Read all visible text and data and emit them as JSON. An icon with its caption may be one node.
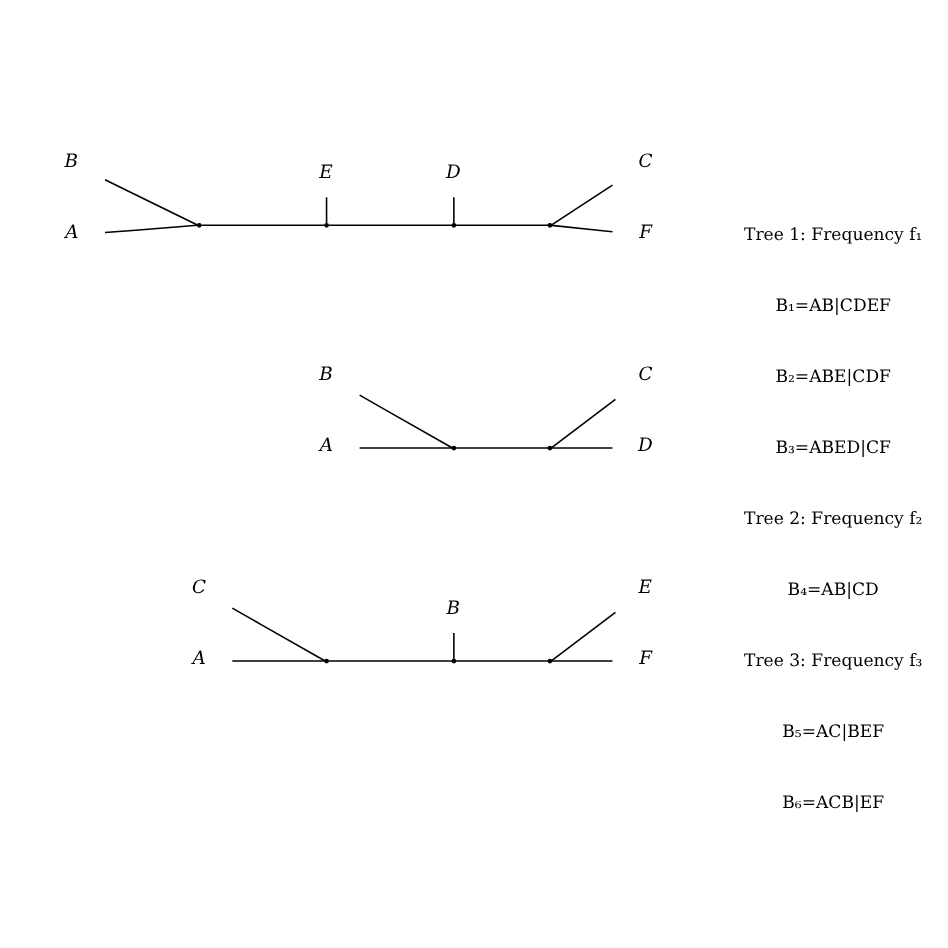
{
  "diagram": {
    "nodes": [
      {
        "text": [
          "B"
        ]
      },
      {
        "text": [
          "E"
        ]
      },
      {
        "text": [
          "D"
        ]
      },
      {
        "text": [
          "C"
        ]
      },
      {
        "text": [
          "A"
        ]
      },
      {
        "text": [
          "F"
        ]
      },
      {
        "text": [],
        "shape": "point"
      },
      {
        "text": [],
        "shape": "point"
      },
      {
        "text": [],
        "shape": "point"
      },
      {
        "text": [],
        "shape": "point"
      },
      {
        "text": [
          "B"
        ]
      },
      {
        "text": [
          "C"
        ]
      },
      {
        "text": [
          "A"
        ]
      },
      {
        "text": [
          "D"
        ]
      },
      {
        "text": [],
        "shape": "point"
      },
      {
        "text": [],
        "shape": "point"
      },
      {
        "text": [
          "C"
        ]
      },
      {
        "text": [
          "B"
        ]
      },
      {
        "text": [
          "E"
        ]
      },
      {
        "text": [
          "A"
        ]
      },
      {
        "text": [
          "F"
        ]
      },
      {
        "text": [],
        "shape": "point"
      },
      {
        "text": [],
        "shape": "point"
      },
      {
        "text": [],
        "shape": "point"
      }
    ],
    "edges": [
      {
        "from": 0,
        "to": 6,
        "arrow": "none"
      },
      {
        "from": 4,
        "to": 6,
        "arrow": "none"
      },
      {
        "from": 6,
        "to": 7,
        "arrow": "none"
      },
      {
        "from": 7,
        "to": 1,
        "arrow": "none"
      },
      {
        "from": 7,
        "to": 8,
        "arrow": "none"
      },
      {
        "from": 8,
        "to": 2,
        "arrow": "none"
      },
      {
        "from": 8,
        "to": 9,
        "arrow": "none"
      },
      {
        "from": 9,
        "to": 5,
        "arrow": "none"
      },
      {
        "from": 9,
        "to": 3,
        "arrow": "none"
      },
      {
        "from": 10,
        "to": 14,
        "arrow": "none"
      },
      {
        "from": 12,
        "to": 14,
        "arrow": "none"
      },
      {
        "from": 14,
        "to": 15,
        "arrow": "none"
      },
      {
        "from": 15,
        "to": 13,
        "arrow": "none"
      },
      {
        "from": 15,
        "to": 11,
        "arrow": "none"
      },
      {
        "from": 16,
        "to": 21,
        "arrow": "none"
      },
      {
        "from": 19,
        "to": 21,
        "arrow": "none"
      },
      {
        "from": 21,
        "to": 22,
        "arrow": "none"
      },
      {
        "from": 22,
        "to": 17,
        "arrow": "none"
      },
      {
        "from": 22,
        "to": 23,
        "arrow": "none"
      },
      {
        "from": 23,
        "to": 20,
        "arrow": "none"
      },
      {
        "from": 23,
        "to": 18,
        "arrow": "none"
      }
    ],
    "labels": [
      "Tree 1: Frequency f₁",
      "B₁=AB|CDEF",
      "B₂=ABE|CDF",
      "B₃=ABED|CF",
      "Tree 2: Frequency f₂",
      "B₄=AB|CD",
      "Tree 3: Frequency f₃",
      "B₅=AC|BEF",
      "B₆=ACB|EF"
    ]
  }
}
